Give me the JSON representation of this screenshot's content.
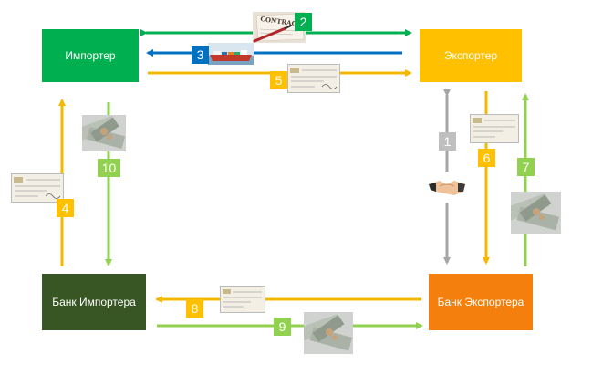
{
  "nodes": {
    "importer": "Импортер",
    "exporter": "Экспортер",
    "importer_bank": "Банк Импортера",
    "exporter_bank": "Банк Экспортера"
  },
  "steps": [
    "1",
    "2",
    "3",
    "4",
    "5",
    "6",
    "7",
    "8",
    "9",
    "10"
  ],
  "images": {
    "contract": "CONTRACT"
  },
  "colors": {
    "importer_box": "#00b050",
    "exporter_box": "#ffc000",
    "importer_bank_box": "#375623",
    "exporter_bank_box": "#f47f0c",
    "arrow_green": "#00b050",
    "arrow_blue": "#0070c0",
    "arrow_yellow": "#f5b800",
    "arrow_light_green": "#92d050",
    "arrow_gray": "#a6a6a6",
    "badge_gray": "#bfbfbf"
  }
}
